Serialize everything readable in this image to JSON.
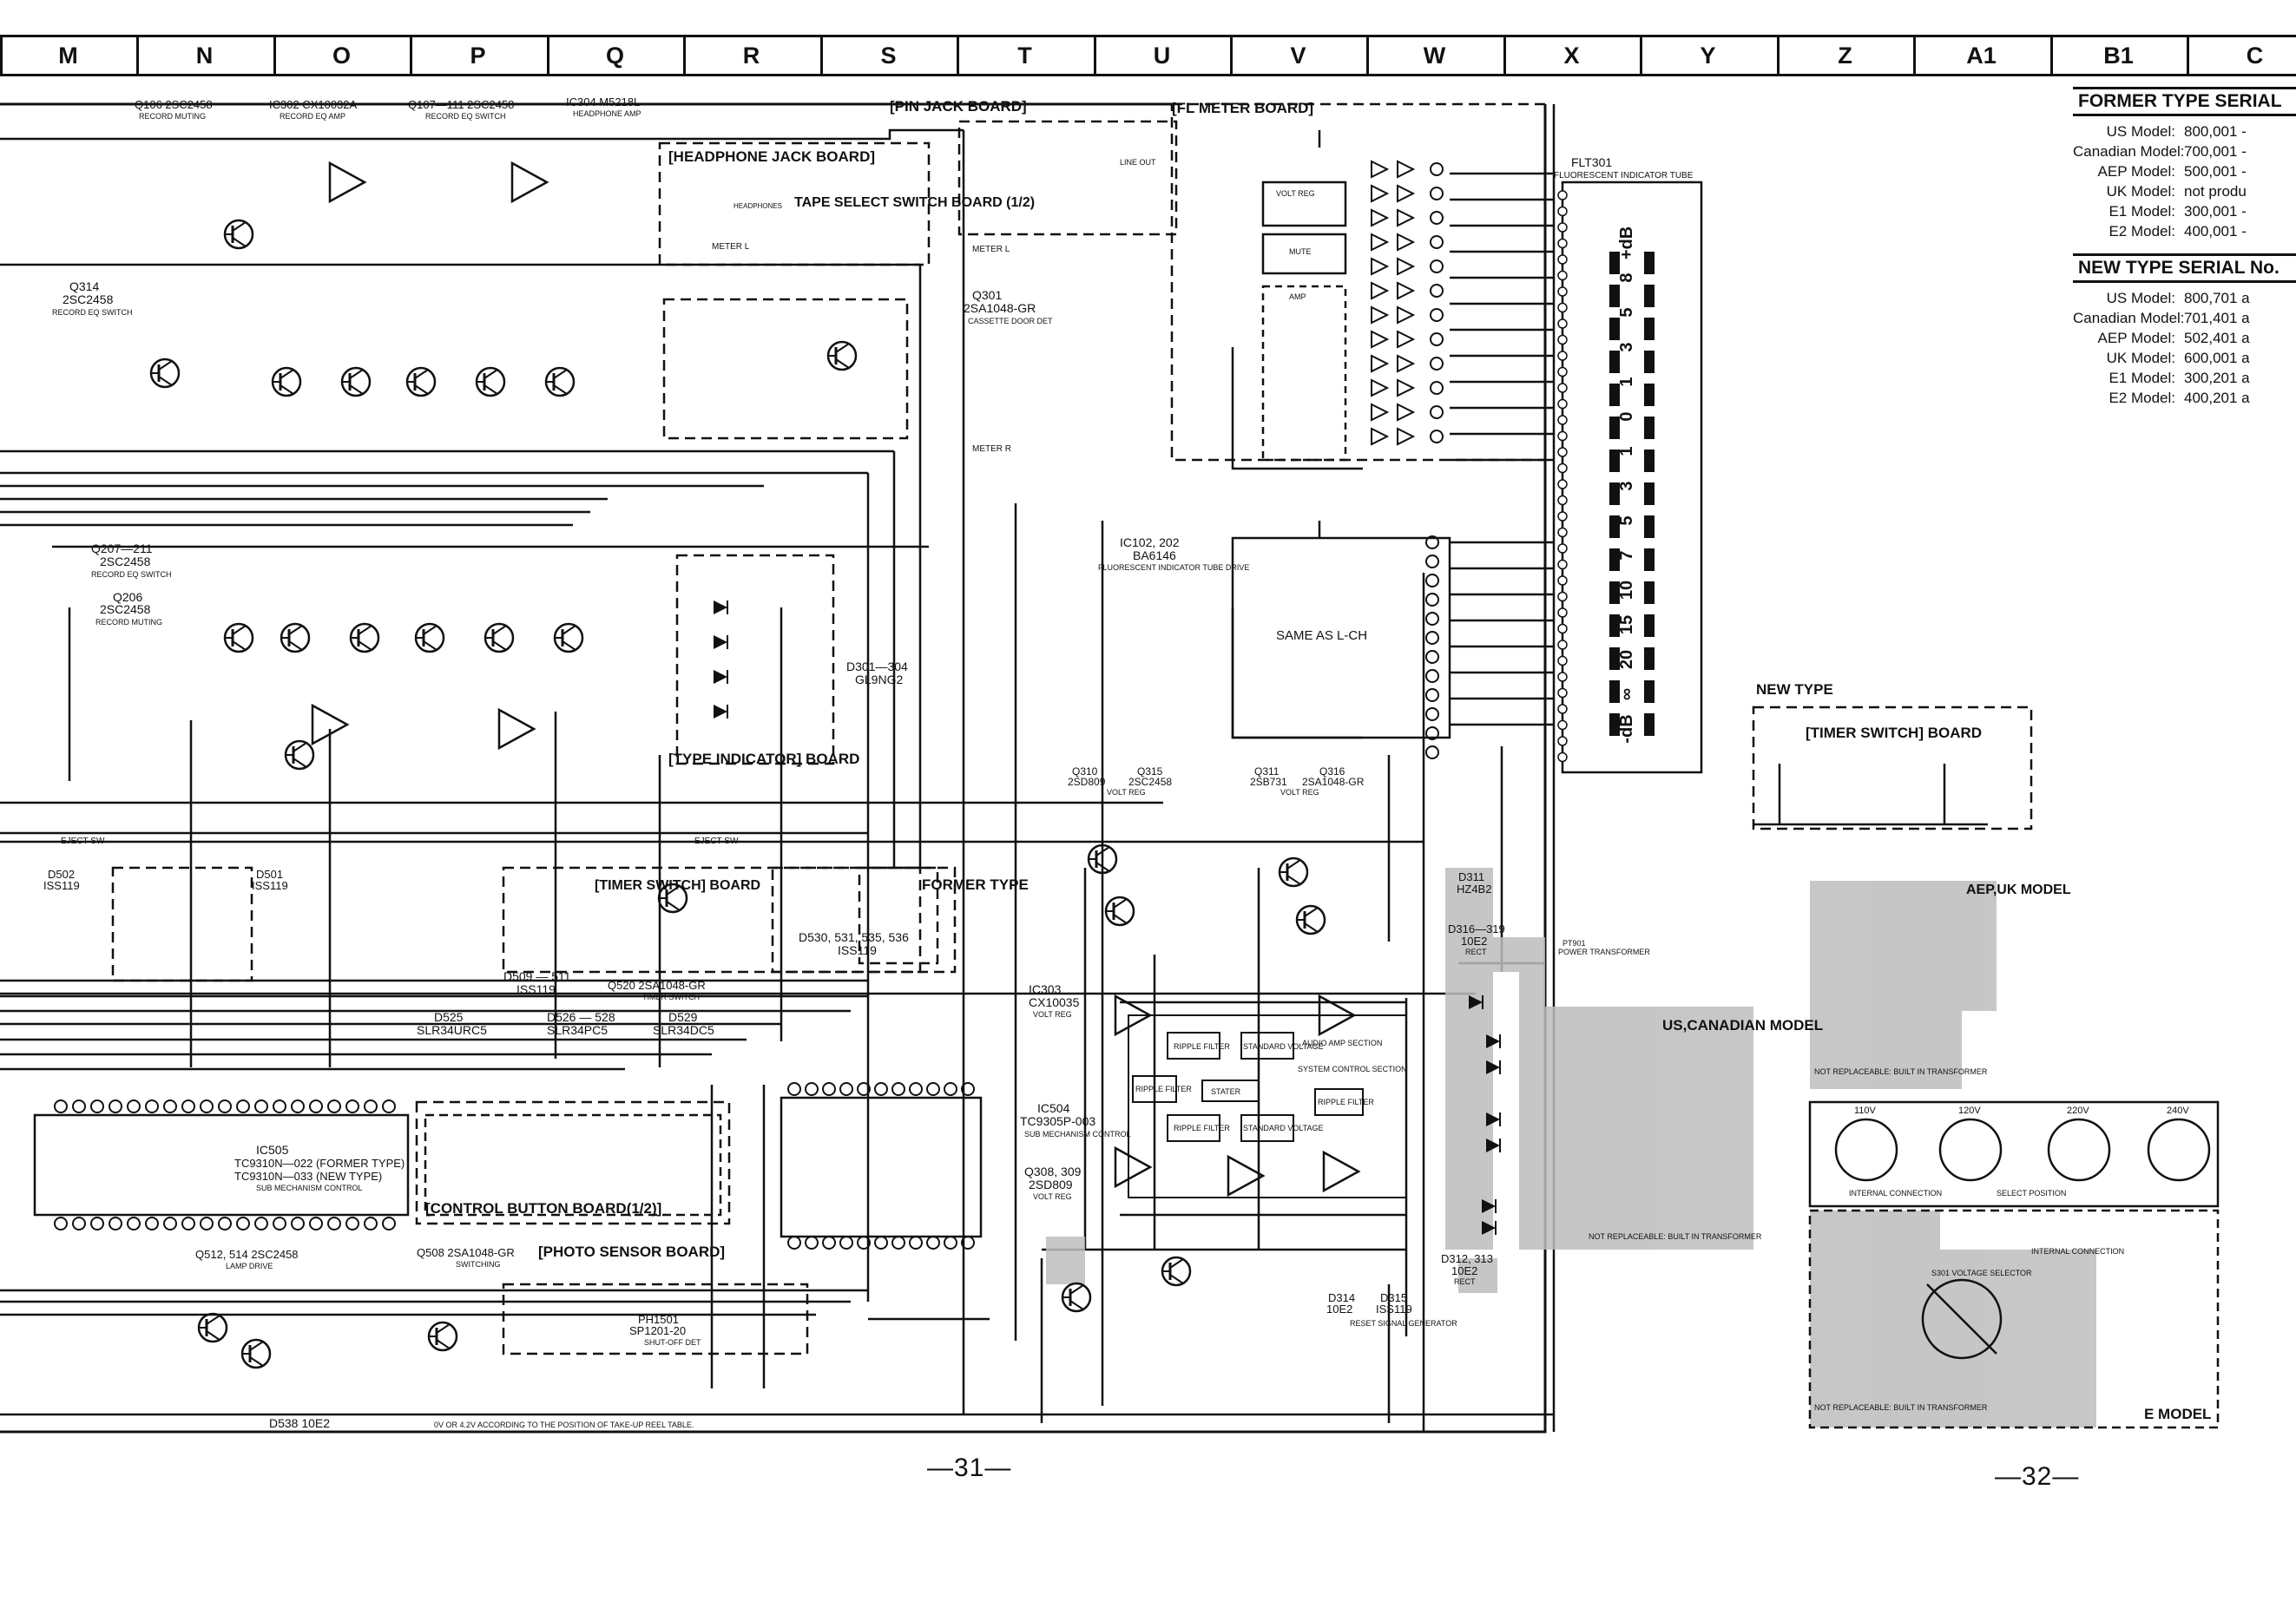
{
  "columns": [
    "M",
    "N",
    "O",
    "P",
    "Q",
    "R",
    "S",
    "T",
    "U",
    "V",
    "W",
    "X",
    "Y",
    "Z",
    "A1",
    "B1",
    "C"
  ],
  "pages": {
    "left": "—31—",
    "right": "—32—"
  },
  "boards": {
    "pin_jack": "[PIN JACK BOARD]",
    "fl_meter": "[FL METER BOARD]",
    "headphone_jack": "[HEADPHONE JACK BOARD]",
    "tape_select": "TAPE SELECT SWITCH BOARD (1/2)",
    "type_indicator": "[TYPE INDICATOR] BOARD",
    "timer_switch": "[TIMER SWITCH] BOARD",
    "former_type": "FORMER TYPE",
    "control_button": "[CONTROL BUTTON BOARD(1/2)]",
    "photo_sensor": "[PHOTO SENSOR BOARD]",
    "timer_switch_new": "[TIMER SWITCH] BOARD",
    "new_type": "NEW TYPE"
  },
  "components": {
    "q106": "Q106  2SC2458",
    "q106_sub": "RECORD MUTING",
    "ic302": "IC302  CX10032A",
    "ic302_sub": "RECORD EQ AMP",
    "q107": "Q107—111  2SC2458",
    "q107_sub": "RECORD EQ SWITCH",
    "ic304": "IC304  M5218L",
    "ic304_sub": "HEADPHONE AMP",
    "q314": "Q314",
    "q314_part": "2SC2458",
    "q314_sub": "RECORD EQ SWITCH",
    "q207": "Q207—211",
    "q207_part": "2SC2458",
    "q207_sub": "RECORD EQ SWITCH",
    "q206": "Q206",
    "q206_part": "2SC2458",
    "q206_sub": "RECORD MUTING",
    "q301": "Q301",
    "q301_part": "2SA1048-GR",
    "q301_sub": "CASSETTE DOOR DET",
    "ic102": "IC102, 202",
    "ic102_part": "BA6146",
    "ic102_sub": "FLUORESCENT INDICATOR TUBE DRIVE",
    "same_as": "SAME AS  L-CH",
    "flt301": "FLT301",
    "flt301_sub": "FLUORESCENT INDICATOR TUBE",
    "d301": "D301—304",
    "d301_part": "GL9NG2",
    "q310": "Q310",
    "q310_part": "2SD809",
    "q315": "Q315",
    "q315_part": "2SC2458",
    "q311": "Q311",
    "q311_part": "2SB731",
    "q316": "Q316",
    "q316_part": "2SA1048-GR",
    "volt_reg": "VOLT REG",
    "d311": "D311",
    "d311_part": "HZ4B2",
    "d316": "D316—319",
    "d316_part": "10E2",
    "rect": "RECT",
    "d312": "D312, 313",
    "d312_part": "10E2",
    "ic303": "IC303",
    "ic303_part": "CX10035",
    "ic504": "IC504",
    "ic504_part": "TC9305P-003",
    "ic504_sub": "SUB MECHANISM CONTROL",
    "q308": "Q308, 309",
    "q308_part": "2SD809",
    "ic505": "IC505",
    "ic505_a": "TC9310N—022 (FORMER TYPE)",
    "ic505_b": "TC9310N—033 (NEW TYPE)",
    "ic505_sub": "SUB MECHANISM CONTROL",
    "d525": "D525",
    "d525_part": "SLR34URC5",
    "d526": "D526 — 528",
    "d526_part": "SLR34PC5",
    "d529": "D529",
    "d529_part": "SLR34DC5",
    "d509": "D509 — 511",
    "d509_part": "ISS119",
    "q520": "Q520  2SA1048-GR",
    "q520_sub": "TIMER SWITCH",
    "d530": "D530, 531, 535, 536",
    "d530_part": "ISS119",
    "d501": "D501",
    "d501_part": "ISS119",
    "d502": "D502",
    "d502_part": "ISS119",
    "q512": "Q512, 514  2SC2458",
    "q512_sub": "LAMP DRIVE",
    "q508": "Q508  2SA1048-GR",
    "q508_sub": "SWITCHING",
    "ph1501": "PH1501",
    "ph1501_part": "SP1201-20",
    "ph1501_sub": "SHUT-OFF DET",
    "d538": "D538   10E2",
    "d314": "D314",
    "d314_part": "10E2",
    "d315": "D315",
    "d315_part": "ISS119",
    "d315_sub": "RESET SIGNAL GENERATOR",
    "reel_note": "0V OR 4.2V ACCORDING TO THE POSITION OF TAKE-UP REEL TABLE.",
    "pt901": "PT901",
    "pt901_sub": "POWER TRANSFORMER",
    "us_canadian": "US,CANADIAN MODEL",
    "aep_uk": "AEP,UK MODEL",
    "e_model": "E MODEL",
    "not_replaceable": "NOT REPLACEABLE: BUILT IN TRANSFORMER",
    "select_position": "SELECT POSITION",
    "internal_connection": "INTERNAL CONNECTION",
    "voltage_selector": "S301 VOLTAGE SELECTOR",
    "ripple_filter": "RIPPLE FILTER",
    "standard_voltage": "STANDARD VOLTAGE",
    "stater": "STATER",
    "audio_amp": "AUDIO AMP SECTION",
    "system_control": "SYSTEM CONTROL SECTION",
    "volt_reg_box": "VOLT REG",
    "mute_box": "MUTE",
    "amp_box": "AMP",
    "meter_l": "METER L",
    "meter_r": "METER R",
    "eject_sw": "EJECT SW",
    "line_out": "LINE OUT",
    "headphones": "HEADPHONES"
  },
  "voltages": [
    "110V",
    "120V",
    "220V",
    "240V"
  ],
  "serials": {
    "former_title": "FORMER TYPE SERIAL",
    "former": [
      {
        "model": "US Model:",
        "value": "800,001 -"
      },
      {
        "model": "Canadian Model:",
        "value": "700,001 -"
      },
      {
        "model": "AEP Model:",
        "value": "500,001 -"
      },
      {
        "model": "UK Model:",
        "value": "not produ"
      },
      {
        "model": "E1 Model:",
        "value": "300,001 -"
      },
      {
        "model": "E2 Model:",
        "value": "400,001 -"
      }
    ],
    "new_title": "NEW TYPE SERIAL No.",
    "new": [
      {
        "model": "US Model:",
        "value": "800,701 a"
      },
      {
        "model": "Canadian Model:",
        "value": "701,401 a"
      },
      {
        "model": "AEP Model:",
        "value": "502,401 a"
      },
      {
        "model": "UK Model:",
        "value": "600,001 a"
      },
      {
        "model": "E1 Model:",
        "value": "300,201 a"
      },
      {
        "model": "E2 Model:",
        "value": "400,201 a"
      }
    ]
  },
  "meter_scale": [
    "-dB",
    "∞",
    "20",
    "15",
    "10",
    "7",
    "5",
    "3",
    "1",
    "0",
    "1",
    "3",
    "5",
    "8",
    "+dB"
  ]
}
